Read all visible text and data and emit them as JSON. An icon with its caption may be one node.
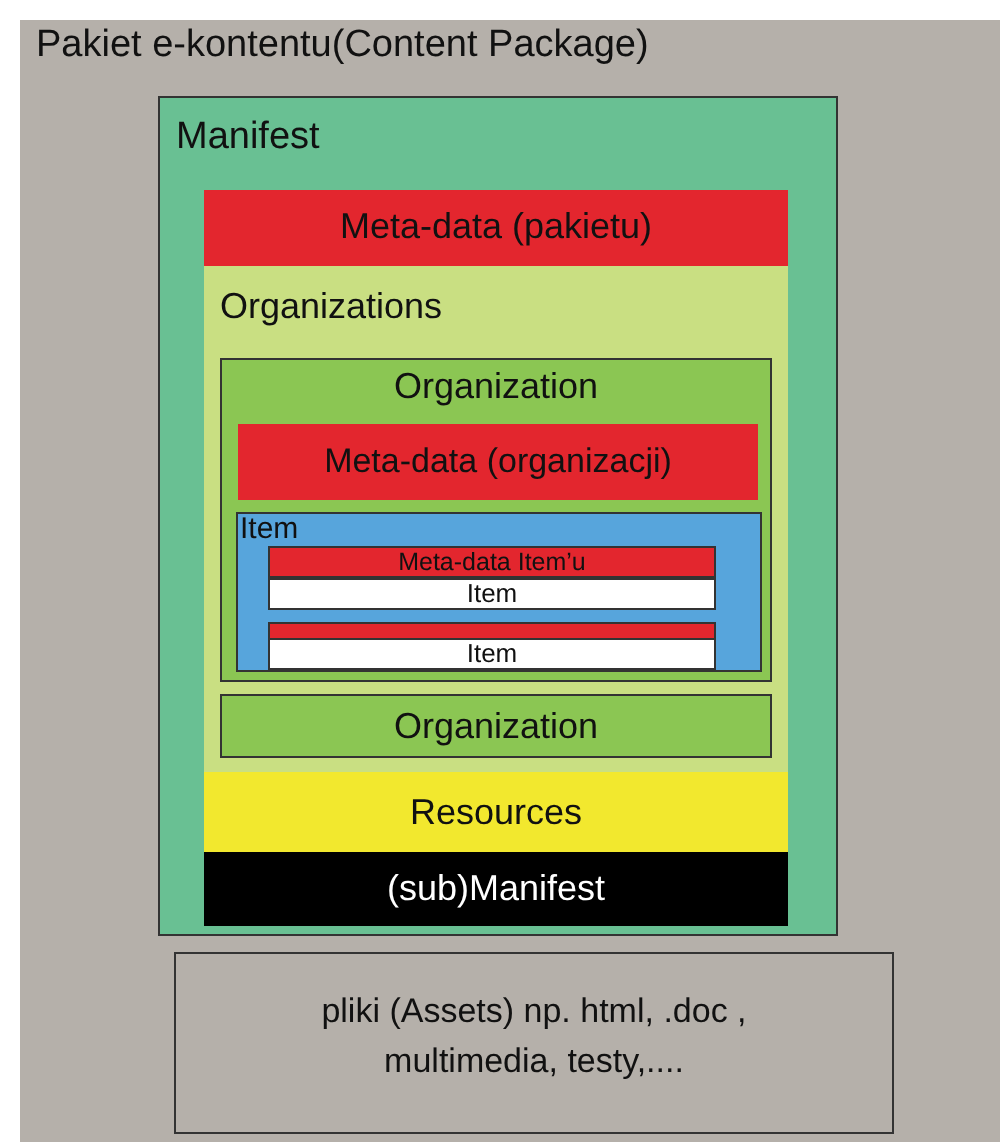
{
  "diagram": {
    "nodes": [
      {
        "text": [
          "Pakiet e-kontentu(Content Package)"
        ]
      },
      {
        "text": [
          "Manifest"
        ],
        "in": 0
      },
      {
        "text": [
          "Meta-data (pakietu)"
        ],
        "in": 1
      },
      {
        "text": [
          "Organizations"
        ],
        "in": 1
      },
      {
        "text": [
          "Organization"
        ],
        "in": 3
      },
      {
        "text": [
          "Meta-data (organizacji)"
        ],
        "in": 4
      },
      {
        "text": [
          "Item"
        ],
        "in": 4
      },
      {
        "text": [
          "Meta-data Item’u"
        ],
        "in": 6
      },
      {
        "text": [
          "Item"
        ],
        "in": 6
      },
      {
        "text": [],
        "shape": "bar",
        "in": 6
      },
      {
        "text": [
          "Item"
        ],
        "in": 6
      },
      {
        "text": [
          "Organization"
        ],
        "in": 3
      },
      {
        "text": [
          "Resources"
        ],
        "in": 1
      },
      {
        "text": [
          "(sub)Manifest"
        ],
        "in": 1
      },
      {
        "text": [
          "pliki (Assets) np. html, .doc , multimedia, testy,...."
        ],
        "in": 0
      }
    ]
  }
}
